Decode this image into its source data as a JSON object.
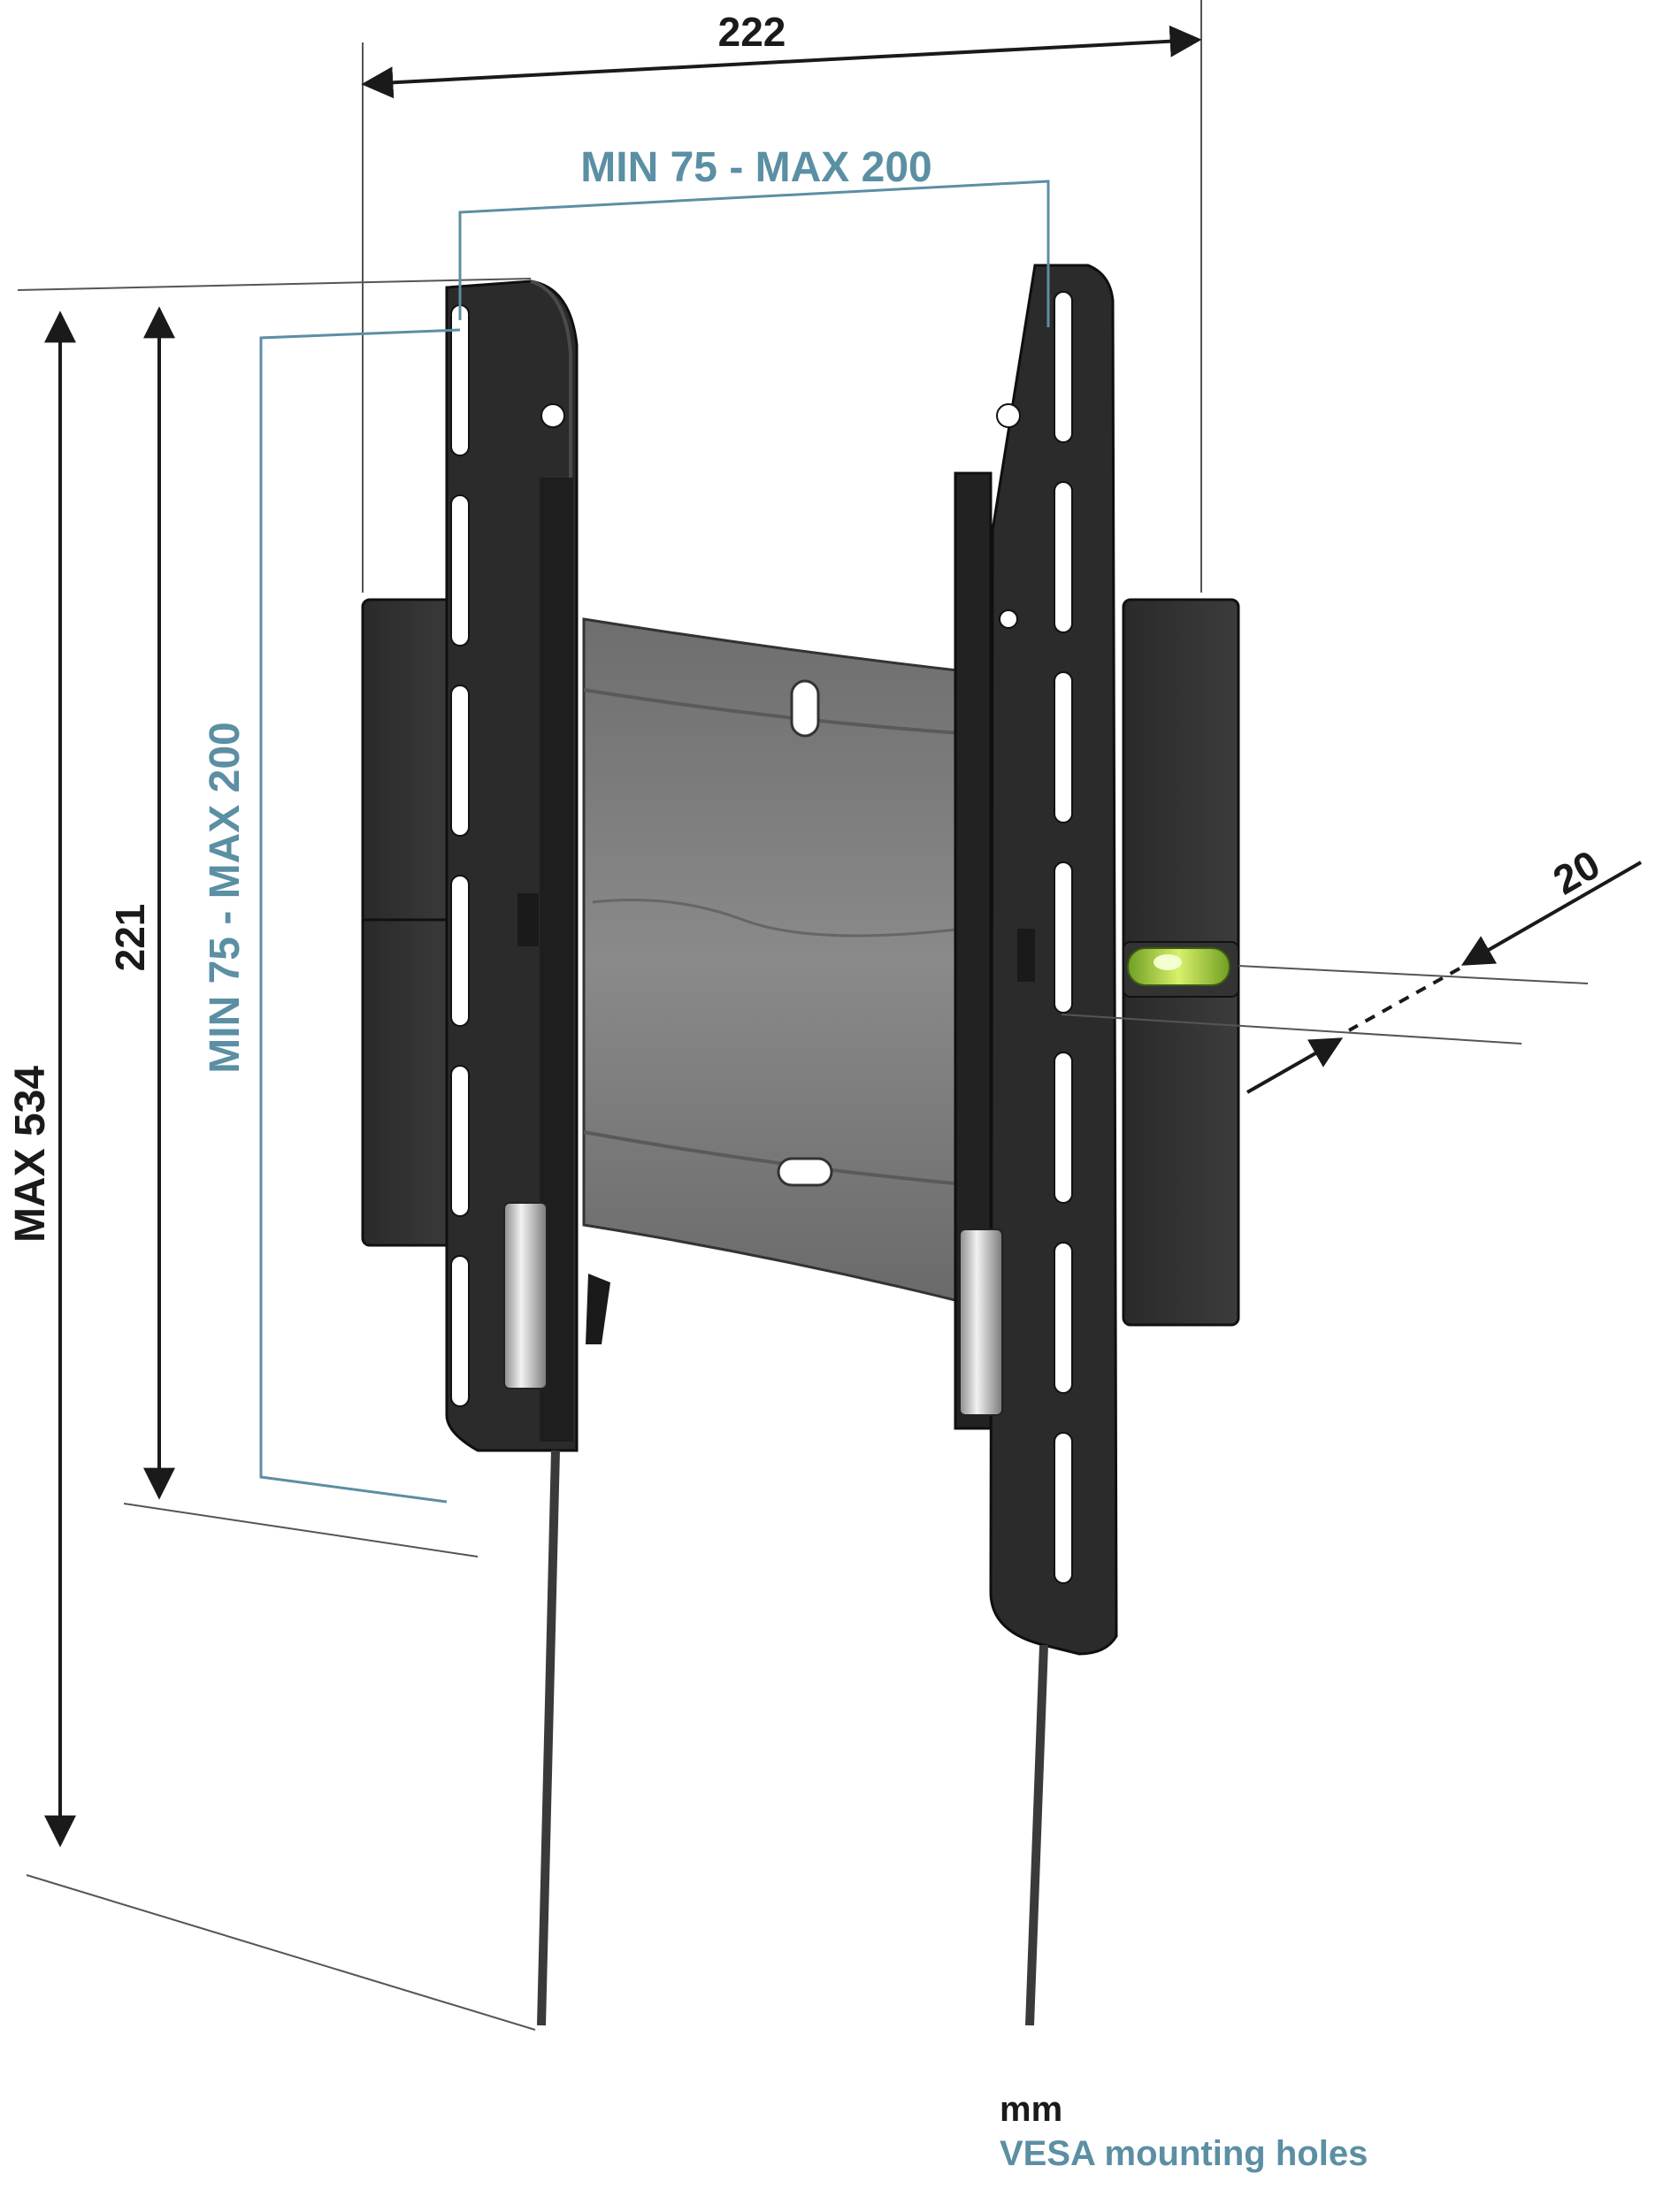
{
  "dimensions": {
    "width_label": "222",
    "vesa_horizontal_label": "MIN 75 - MAX 200",
    "vesa_vertical_label": "MIN 75 - MAX 200",
    "height_label": "221",
    "max_height_label": "MAX 534",
    "depth_label": "20"
  },
  "legend": {
    "unit": "mm",
    "note": "VESA mounting holes"
  },
  "colors": {
    "dimension_line": "#1a1a1a",
    "vesa_line": "#5b8fa3",
    "bracket": "#2b2b2b",
    "plate": "#7a7a7a",
    "level_bubble": "#9acd32"
  }
}
